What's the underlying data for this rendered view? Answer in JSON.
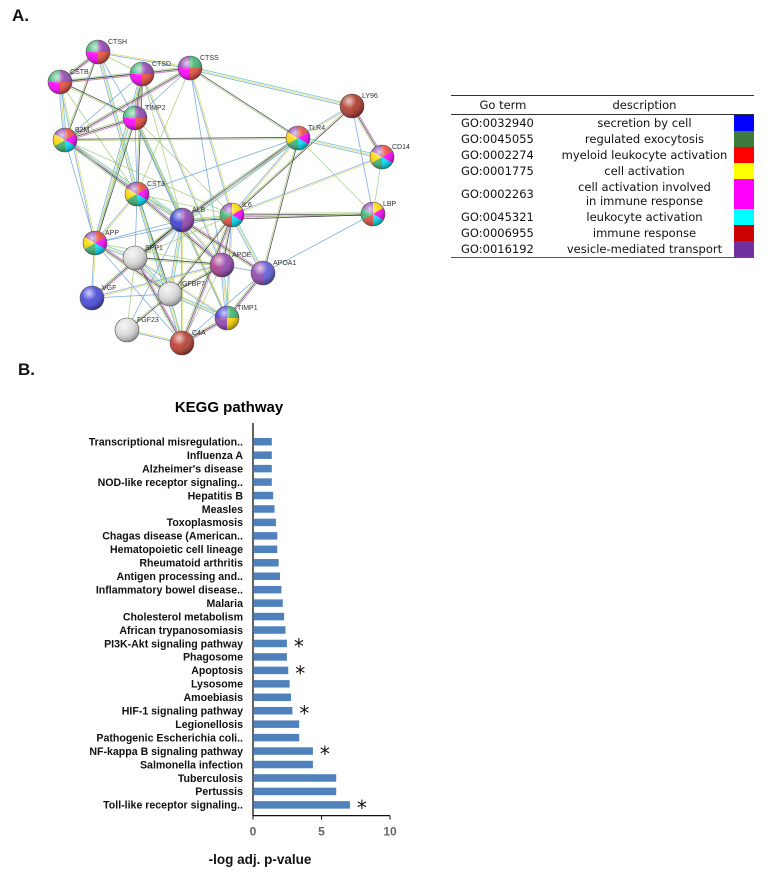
{
  "panel_a": {
    "label": "A."
  },
  "panel_b": {
    "label": "B."
  },
  "network": {
    "nodes": [
      {
        "name": "CTSH",
        "colors": [
          "#8e44ad",
          "#e74c3c",
          "#ff00ff",
          "#3cb371"
        ]
      },
      {
        "name": "CTSD",
        "colors": [
          "#8e44ad",
          "#e74c3c",
          "#ff00ff",
          "#3cb371"
        ]
      },
      {
        "name": "CTSS",
        "colors": [
          "#3cb371",
          "#e74c3c",
          "#ff00ff",
          "#8e44ad"
        ]
      },
      {
        "name": "CSTB",
        "colors": [
          "#8e44ad",
          "#e74c3c",
          "#ff00ff",
          "#3cb371"
        ]
      },
      {
        "name": "TIMP2",
        "colors": [
          "#8e44ad",
          "#e74c3c",
          "#ff00ff",
          "#3cb371"
        ]
      },
      {
        "name": "B2M",
        "colors": [
          "#e74c3c",
          "#ff00ff",
          "#00e5ff",
          "#3cb371",
          "#ffd700",
          "#8e44ad"
        ]
      },
      {
        "name": "LY96",
        "colors": [
          "#a93226",
          "#b03a2e"
        ]
      },
      {
        "name": "TLR4",
        "colors": [
          "#e74c3c",
          "#ff00ff",
          "#00e5ff",
          "#3cb371",
          "#ffd700",
          "#8e44ad"
        ]
      },
      {
        "name": "CD14",
        "colors": [
          "#e74c3c",
          "#ff00ff",
          "#00e5ff",
          "#3cb371",
          "#ffd700",
          "#8e44ad"
        ]
      },
      {
        "name": "CST3",
        "colors": [
          "#e74c3c",
          "#ff00ff",
          "#00e5ff",
          "#3cb371",
          "#ffd700",
          "#8e44ad"
        ]
      },
      {
        "name": "ALB",
        "colors": [
          "#8e44ad",
          "#3c3cd0"
        ]
      },
      {
        "name": "IL6",
        "colors": [
          "#ffd700",
          "#ff00ff",
          "#00e5ff",
          "#e74c3c",
          "#3cb371",
          "#8e44ad"
        ]
      },
      {
        "name": "LBP",
        "colors": [
          "#ffd700",
          "#ff00ff",
          "#00e5ff",
          "#e74c3c",
          "#3cb371",
          "#8e44ad"
        ]
      },
      {
        "name": "APP",
        "colors": [
          "#e74c3c",
          "#ff00ff",
          "#00e5ff",
          "#3cb371",
          "#ffd700",
          "#8e44ad"
        ]
      },
      {
        "name": "SPP1",
        "colors": [
          "#dddddd"
        ]
      },
      {
        "name": "APOE",
        "colors": [
          "#8e44ad",
          "#a93d8e"
        ]
      },
      {
        "name": "APOA1",
        "colors": [
          "#5b5bd6",
          "#8e44ad"
        ]
      },
      {
        "name": "VGF",
        "colors": [
          "#4646d9"
        ]
      },
      {
        "name": "IGFBP7",
        "colors": [
          "#dddddd"
        ]
      },
      {
        "name": "TIMP1",
        "colors": [
          "#3cb371",
          "#ffd700",
          "#8e44ad",
          "#3c3cd0"
        ]
      },
      {
        "name": "FGF23",
        "colors": [
          "#dddddd"
        ]
      },
      {
        "name": "C4A",
        "colors": [
          "#b03a2e",
          "#c0392b"
        ]
      }
    ]
  },
  "go_table": {
    "headers": [
      "Go term",
      "description"
    ],
    "rows": [
      {
        "term": "GO:0032940",
        "desc1": "secretion by cell",
        "desc2": "",
        "color": "#0000ff"
      },
      {
        "term": "GO:0045055",
        "desc1": "regulated exocytosis",
        "desc2": "",
        "color": "#3e7a3e"
      },
      {
        "term": "GO:0002274",
        "desc1": "myeloid leukocyte activation",
        "desc2": "",
        "color": "#ff0000"
      },
      {
        "term": "GO:0001775",
        "desc1": "cell activation",
        "desc2": "",
        "color": "#ffff00"
      },
      {
        "term": "GO:0002263",
        "desc1": "cell activation involved",
        "desc2": "in immune response",
        "color": "#ff00ff"
      },
      {
        "term": "GO:0045321",
        "desc1": "leukocyte activation",
        "desc2": "",
        "color": "#00ffff"
      },
      {
        "term": "GO:0006955",
        "desc1": "immune response",
        "desc2": "",
        "color": "#cc0000"
      },
      {
        "term": "GO:0016192",
        "desc1": "vesicle-mediated transport",
        "desc2": "",
        "color": "#7030a0"
      }
    ]
  },
  "chart_data": {
    "type": "bar",
    "orientation": "horizontal",
    "title": "KEGG pathway",
    "xlabel": "-log adj. p-value",
    "ylabel": "",
    "xlim": [
      0,
      10
    ],
    "xticks": [
      0,
      5,
      10
    ],
    "bar_color": "#4f81bd",
    "categories": [
      "Transcriptional misregulation..",
      "Influenza A",
      "Alzheimer's disease",
      "NOD-like receptor signaling..",
      "Hepatitis B",
      "Measles",
      "Toxoplasmosis",
      "Chagas disease (American..",
      "Hematopoietic cell lineage",
      "Rheumatoid arthritis",
      "Antigen processing and..",
      "Inflammatory bowel disease..",
      "Malaria",
      "Cholesterol metabolism",
      "African trypanosomiasis",
      "PI3K-Akt signaling pathway",
      "Phagosome",
      "Apoptosis",
      "Lysosome",
      "Amoebiasis",
      "HIF-1 signaling pathway",
      "Legionellosis",
      "Pathogenic Escherichia coli..",
      "NF-kappa B signaling pathway",
      "Salmonella infection",
      "Tuberculosis",
      "Pertussis",
      "Toll-like receptor signaling.."
    ],
    "values": [
      1.3,
      1.3,
      1.3,
      1.3,
      1.4,
      1.5,
      1.6,
      1.7,
      1.7,
      1.8,
      1.9,
      2.0,
      2.1,
      2.2,
      2.3,
      2.4,
      2.4,
      2.5,
      2.6,
      2.7,
      2.8,
      3.3,
      3.3,
      4.3,
      4.3,
      6.0,
      6.0,
      7.0
    ],
    "marked": [
      false,
      false,
      false,
      false,
      false,
      false,
      false,
      false,
      false,
      false,
      false,
      false,
      false,
      false,
      false,
      true,
      false,
      true,
      false,
      false,
      true,
      false,
      false,
      true,
      false,
      false,
      false,
      true
    ],
    "marker_symbol": "*"
  }
}
